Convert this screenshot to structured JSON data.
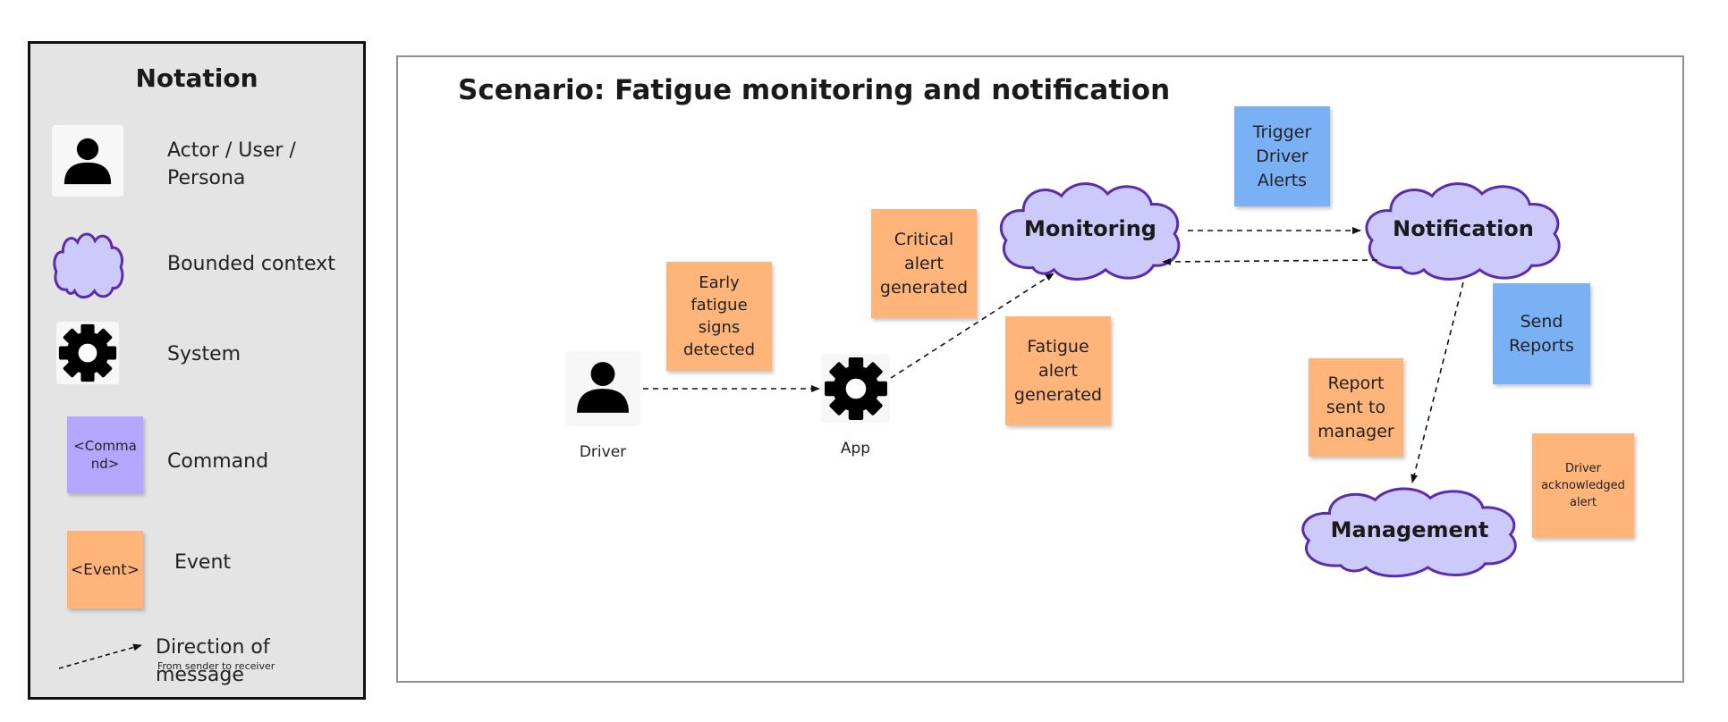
{
  "legend": {
    "title": "Notation",
    "actor_label_line1": "Actor / User /",
    "actor_label_line2": "Persona",
    "bounded_context_label": "Bounded context",
    "system_label": "System",
    "command_label": "Command",
    "command_sample_line1": "<Comma",
    "command_sample_line2": "nd>",
    "event_label": "Event",
    "event_sample": "<Event>",
    "direction_label": "Direction of message",
    "direction_sub": "From sender to receiver"
  },
  "scenario": {
    "title": "Scenario: Fatigue monitoring and notification",
    "actors": {
      "driver": "Driver",
      "app": "App"
    },
    "contexts": {
      "monitoring": "Monitoring",
      "notification": "Notification",
      "management": "Management"
    },
    "events": {
      "early_fatigue": [
        "Early",
        "fatigue",
        "signs",
        "detected"
      ],
      "critical_alert": [
        "Critical",
        "alert",
        "generated"
      ],
      "fatigue_alert": [
        "Fatigue",
        "alert",
        "generated"
      ],
      "report_sent": [
        "Report",
        "sent to",
        "manager"
      ],
      "driver_ack": [
        "Driver",
        "acknowledged",
        "alert"
      ]
    },
    "commands": {
      "trigger_alerts": [
        "Trigger",
        "Driver",
        "Alerts"
      ],
      "send_reports": [
        "Send",
        "Reports"
      ]
    }
  },
  "colors": {
    "event": "#ffb47a",
    "command": "#7ab1f5",
    "command_legend": "#b4a6ff",
    "bounded_context_fill": "#cccafb",
    "bounded_context_stroke": "#5b2bad"
  }
}
